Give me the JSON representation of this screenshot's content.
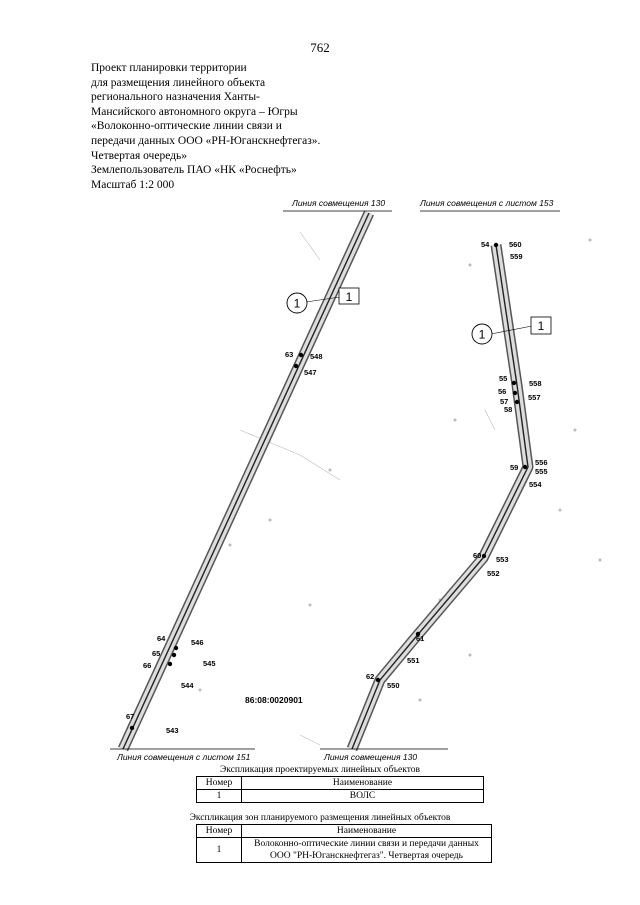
{
  "page_number": "762",
  "title_lines": [
    "Проект планировки территории",
    "для размещения линейного объекта",
    "регионального назначения Ханты-",
    "Мансийского автономного округа – Югры",
    "«Волоконно-оптические линии связи и",
    "передачи данных ООО «РН-Юганскнефтегаз».",
    "Четвертая очередь»",
    "Землепользователь ПАО «НК «Роснефть»",
    "Масштаб 1:2 000"
  ],
  "map": {
    "match_lines": {
      "top_left": "Линия совмещения 130",
      "top_right": "Линия совмещения с листом 153",
      "bottom_left": "Линия совмещения с листом 151",
      "bottom_right": "Линия совмещения 130"
    },
    "zone_markers": [
      "1",
      "1",
      "1",
      "1"
    ],
    "cadastral_number": "86:08:0020901",
    "left_route_points": [
      "63",
      "548",
      "547",
      "64",
      "546",
      "65",
      "66",
      "545",
      "544",
      "67",
      "543"
    ],
    "right_route_points": [
      "54",
      "560",
      "559",
      "55",
      "558",
      "56",
      "57",
      "557",
      "58",
      "59",
      "556",
      "555",
      "554",
      "60",
      "553",
      "552",
      "61",
      "551",
      "62",
      "550"
    ]
  },
  "table1": {
    "caption": "Экспликация проектируемых линейных объектов",
    "headers": [
      "Номер",
      "Наименование"
    ],
    "rows": [
      [
        "1",
        "ВОЛС"
      ]
    ]
  },
  "table2": {
    "caption": "Экспликация зон планируемого размещения линейных объектов",
    "headers": [
      "Номер",
      "Наименование"
    ],
    "rows": [
      [
        "1",
        "Волоконно-оптические линии связи и передачи данных",
        "ООО \"РН-Юганскнефтегаз\". Четвертая очередь"
      ]
    ]
  }
}
